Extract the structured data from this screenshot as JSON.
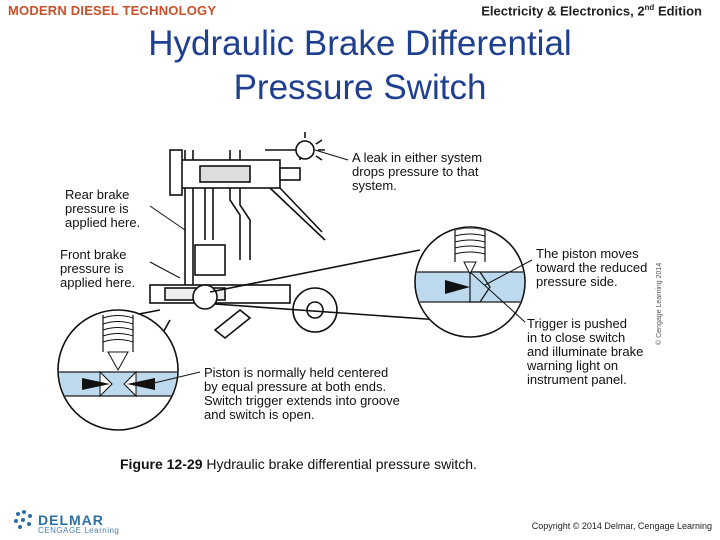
{
  "header": {
    "left": "MODERN DIESEL TECHNOLOGY",
    "right_main": "Electricity & Electronics, 2",
    "right_sup": "nd",
    "right_end": " Edition"
  },
  "title": {
    "line1": "Hydraulic Brake Differential",
    "line2": "Pressure Switch"
  },
  "labels": {
    "leak": [
      "A leak in either system",
      "drops pressure to that",
      "system."
    ],
    "rear": [
      "Rear brake",
      "pressure is",
      "applied here."
    ],
    "front": [
      "Front brake",
      "pressure is",
      "applied here."
    ],
    "piston_moves": [
      "The piston moves",
      "toward the reduced",
      "pressure side."
    ],
    "trigger": [
      "Trigger is pushed",
      "in to close switch",
      "and illuminate brake",
      "warning light on",
      "instrument panel."
    ],
    "centered": [
      "Piston is normally held centered",
      "by equal pressure at both ends.",
      "Switch trigger extends into groove",
      "and switch is open."
    ]
  },
  "vertical_credit": "© Cengage Learning 2014",
  "caption": {
    "figure": "Figure 12-29",
    "text": " Hydraulic brake differential pressure switch."
  },
  "copyright": "Copyright © 2014 Delmar, Cengage Learning",
  "logo": {
    "name": "DELMAR",
    "sub": "CENGAGE Learning"
  },
  "colors": {
    "header_brand": "#c8502a",
    "title": "#1f3f8f",
    "fluid": "#bcd9ee",
    "logo": "#2e6fa3"
  }
}
